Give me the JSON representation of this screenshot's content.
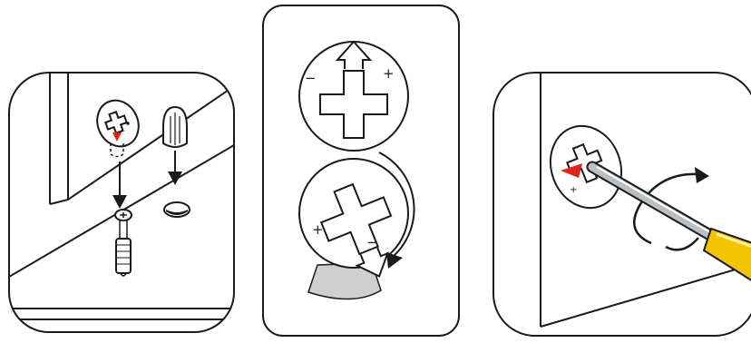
{
  "panels": [
    {
      "id": "step-insert-cam-dowel"
    },
    {
      "id": "step-cam-alignment"
    },
    {
      "id": "step-tighten-screwdriver"
    }
  ],
  "symbols": {
    "plus": "+",
    "minus": "−"
  },
  "colors": {
    "stroke": "#1a1a1a",
    "indicator_red": "#e2231a",
    "screwdriver_yellow": "#f5c400",
    "screwdriver_shaft": "#b9c0c4",
    "sector_gray": "#cfcfcf"
  },
  "icons": [
    "cam-lock-icon",
    "dowel-icon",
    "arrow-down-icon",
    "rotate-arrow-icon",
    "screwdriver-icon"
  ]
}
